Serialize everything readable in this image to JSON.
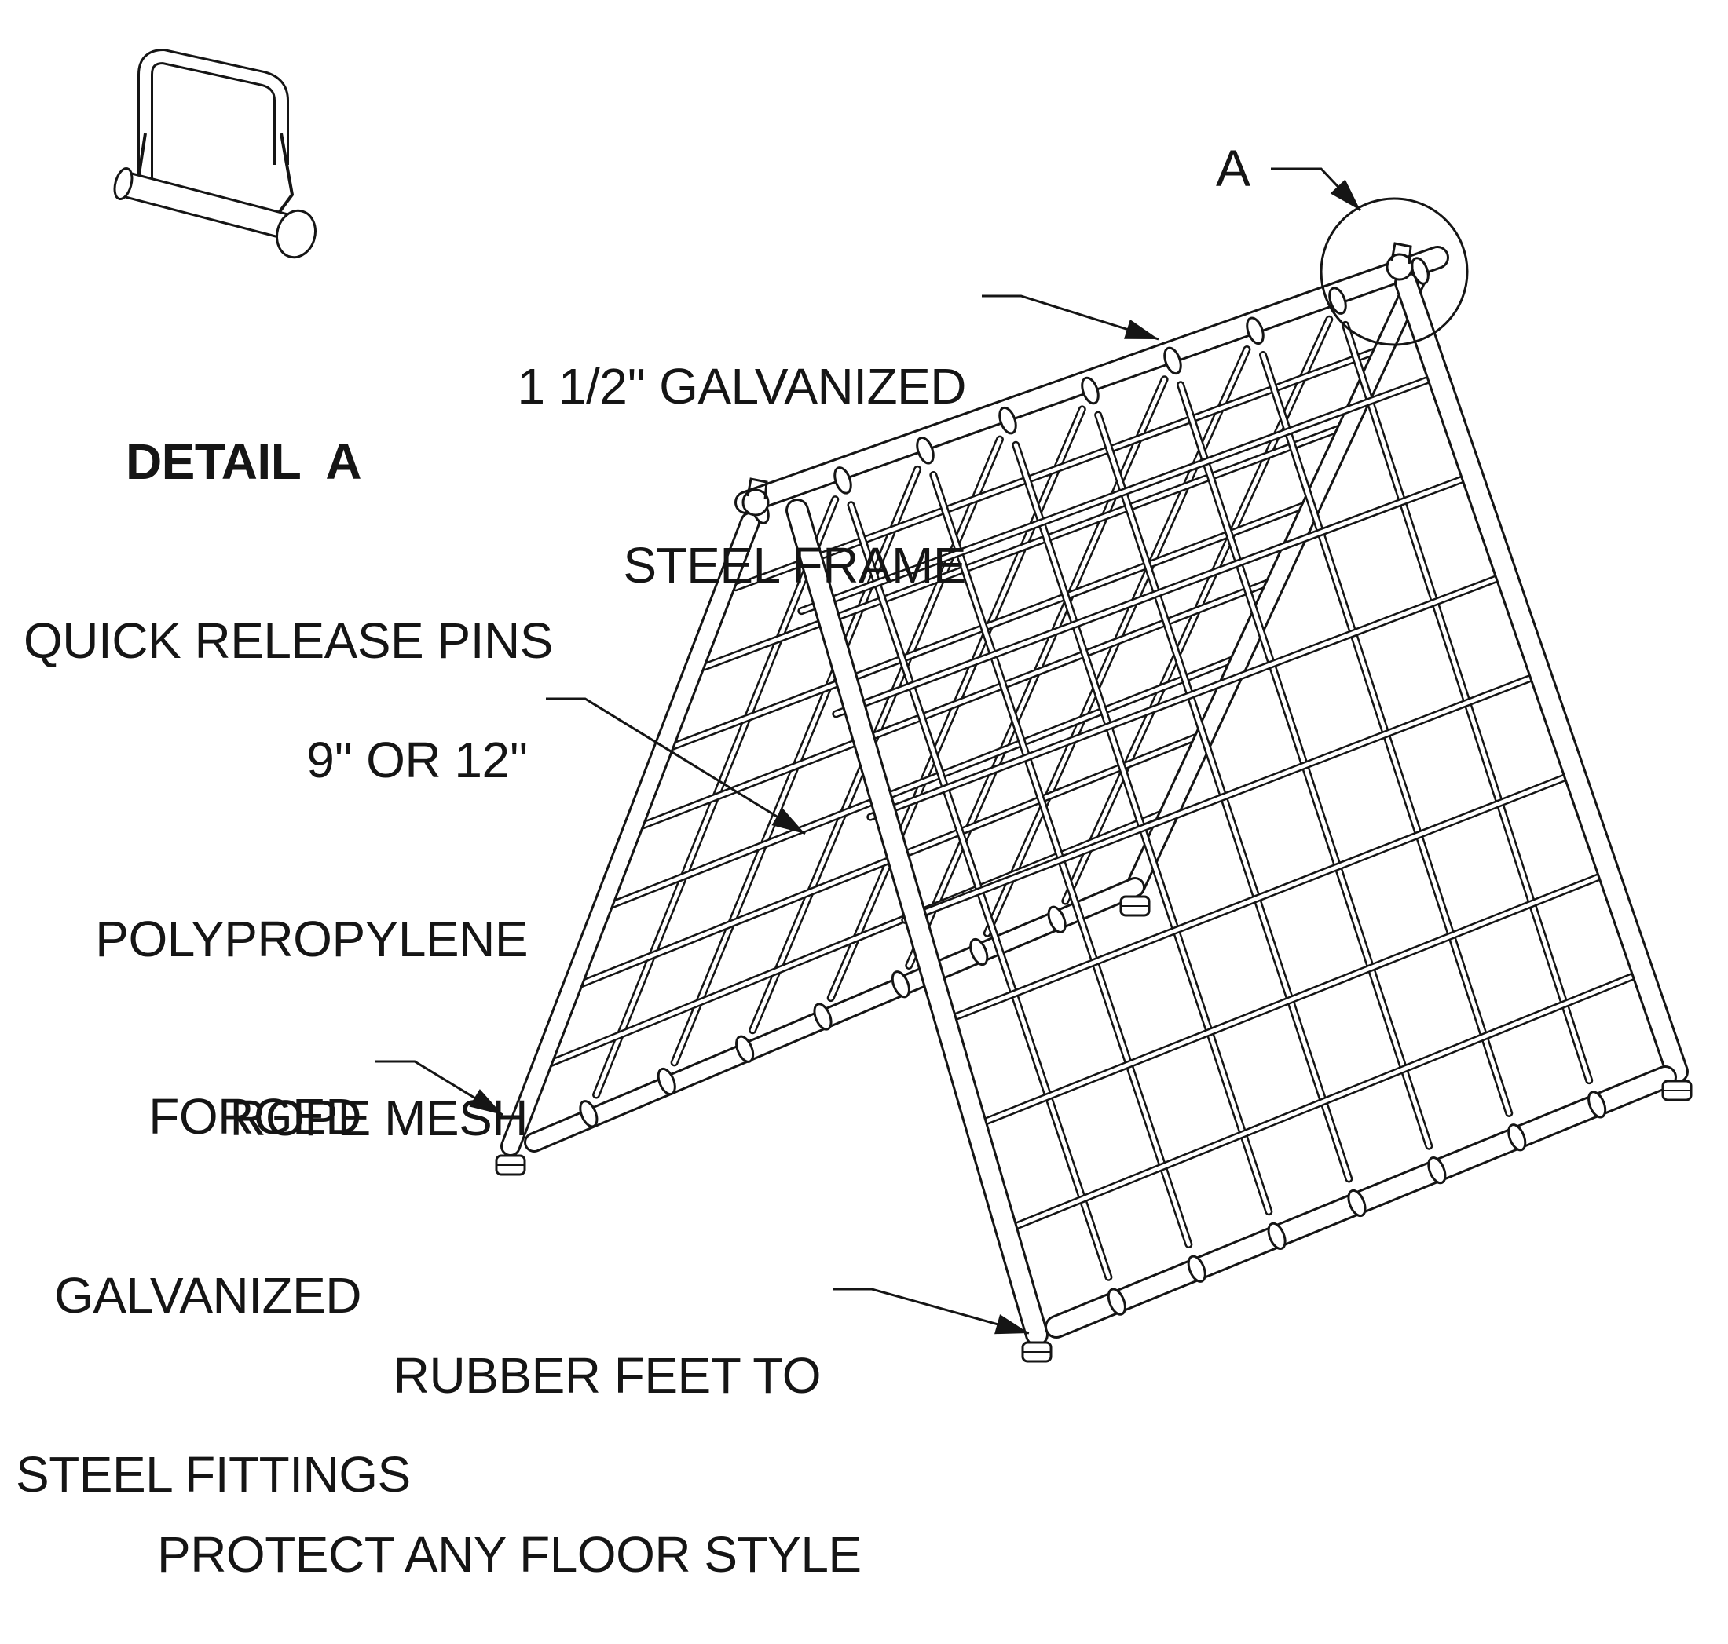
{
  "detail": {
    "title": "DETAIL  A",
    "subtitle": "QUICK RELEASE PINS"
  },
  "callouts": {
    "detail_ref": "A",
    "frame": [
      "1 1/2'' GALVANIZED",
      "STEEL FRAME"
    ],
    "mesh": [
      "9'' OR 12''",
      "POLYPROPYLENE",
      "ROPE MESH"
    ],
    "fittings": [
      "FORGED",
      "GALVANIZED",
      "STEEL FITTINGS"
    ],
    "feet": [
      "RUBBER FEET TO",
      "PROTECT ANY FLOOR STYLE"
    ]
  },
  "style": {
    "ink": "#151515",
    "background": "#ffffff"
  }
}
